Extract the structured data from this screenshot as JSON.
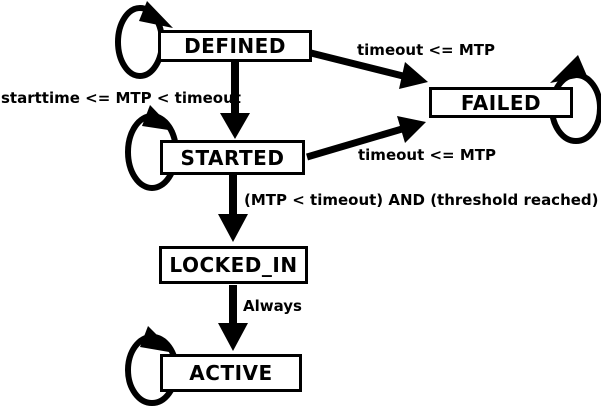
{
  "diagram": {
    "type": "state-machine",
    "background_color": "#ffffff",
    "stroke_color": "#000000",
    "states": [
      {
        "id": "defined",
        "label": "DEFINED",
        "self_loop": true
      },
      {
        "id": "started",
        "label": "STARTED",
        "self_loop": true
      },
      {
        "id": "locked_in",
        "label": "LOCKED_IN",
        "self_loop": false
      },
      {
        "id": "active",
        "label": "ACTIVE",
        "self_loop": true
      },
      {
        "id": "failed",
        "label": "FAILED",
        "self_loop": true
      }
    ],
    "transitions": [
      {
        "from": "defined",
        "to": "failed",
        "label": "timeout <= MTP"
      },
      {
        "from": "defined",
        "to": "started",
        "label": "starttime <= MTP < timeout"
      },
      {
        "from": "started",
        "to": "failed",
        "label": "timeout <= MTP"
      },
      {
        "from": "started",
        "to": "locked_in",
        "label": "(MTP < timeout) AND (threshold reached)"
      },
      {
        "from": "locked_in",
        "to": "active",
        "label": "Always"
      }
    ]
  }
}
